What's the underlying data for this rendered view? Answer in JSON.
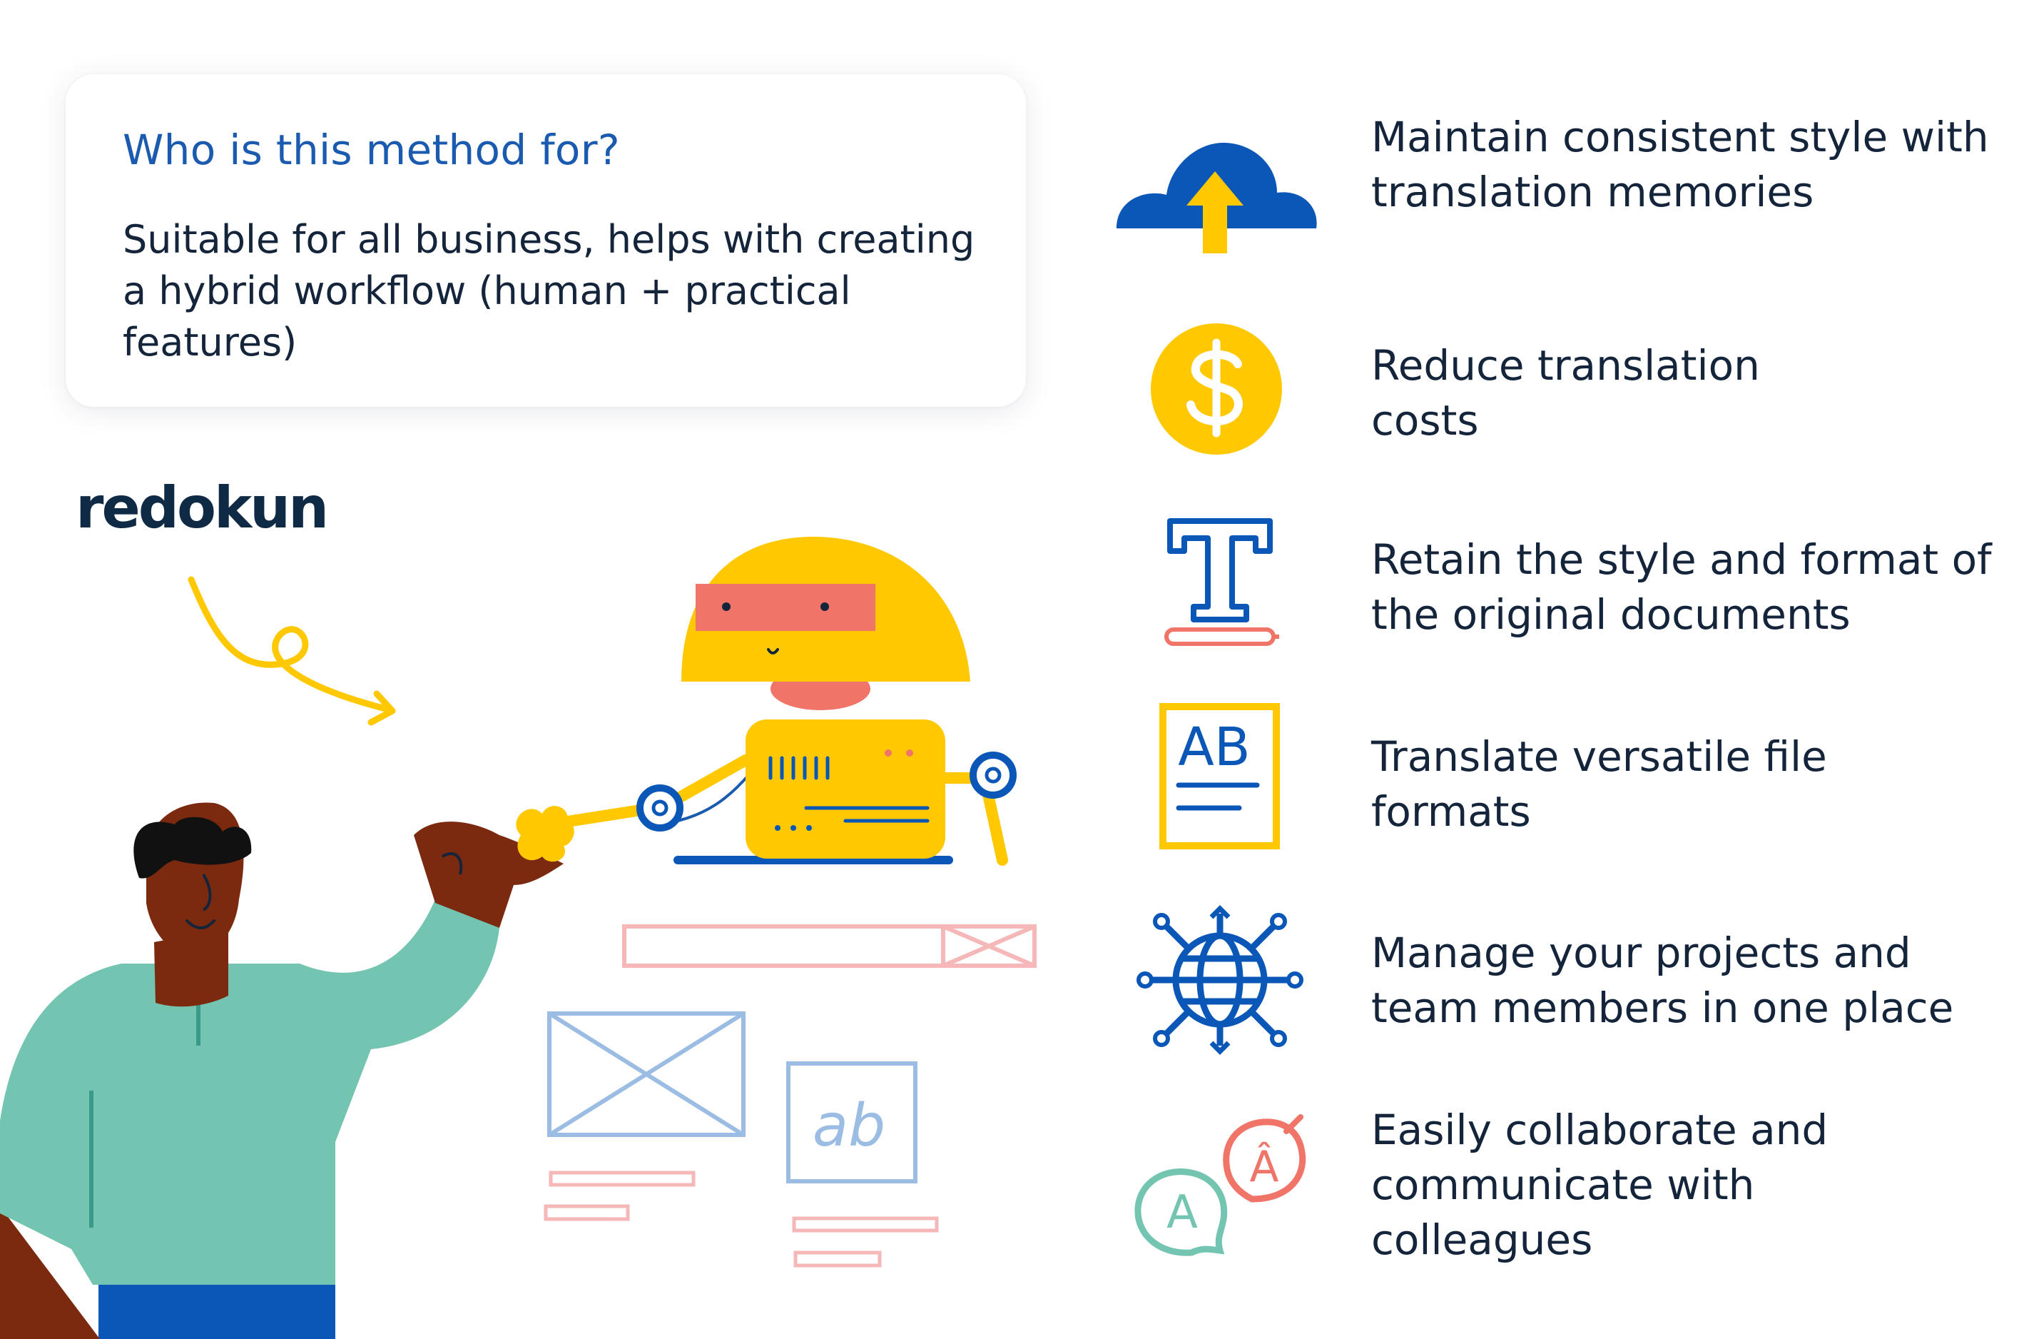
{
  "card": {
    "title": "Who is this method for?",
    "body": "Suitable for all business, helps with creating a hybrid workflow (human + practical features)"
  },
  "logo": "redokun",
  "illustration": {
    "wireframe_text": "ab"
  },
  "features": [
    {
      "icon": "cloud-upload-icon",
      "text": "Maintain consistent style with translation memories"
    },
    {
      "icon": "dollar-coin-icon",
      "text": "Reduce translation costs"
    },
    {
      "icon": "text-format-icon",
      "text": "Retain the style and format of the original documents"
    },
    {
      "icon": "document-ab-icon",
      "text": "Translate versatile file formats"
    },
    {
      "icon": "globe-network-icon",
      "text": "Manage your projects and team members in one place"
    },
    {
      "icon": "chat-bubbles-icon",
      "text": "Easily collaborate and communicate with colleagues",
      "icon_letters": [
        "A",
        "Â"
      ]
    }
  ],
  "colors": {
    "blue": "#0b57b8",
    "yellow": "#ffc800",
    "coral": "#f07468",
    "teal": "#73c4b1",
    "navy": "#14243a",
    "light_blue": "#9bbde4",
    "pink": "#f5b7b7"
  }
}
